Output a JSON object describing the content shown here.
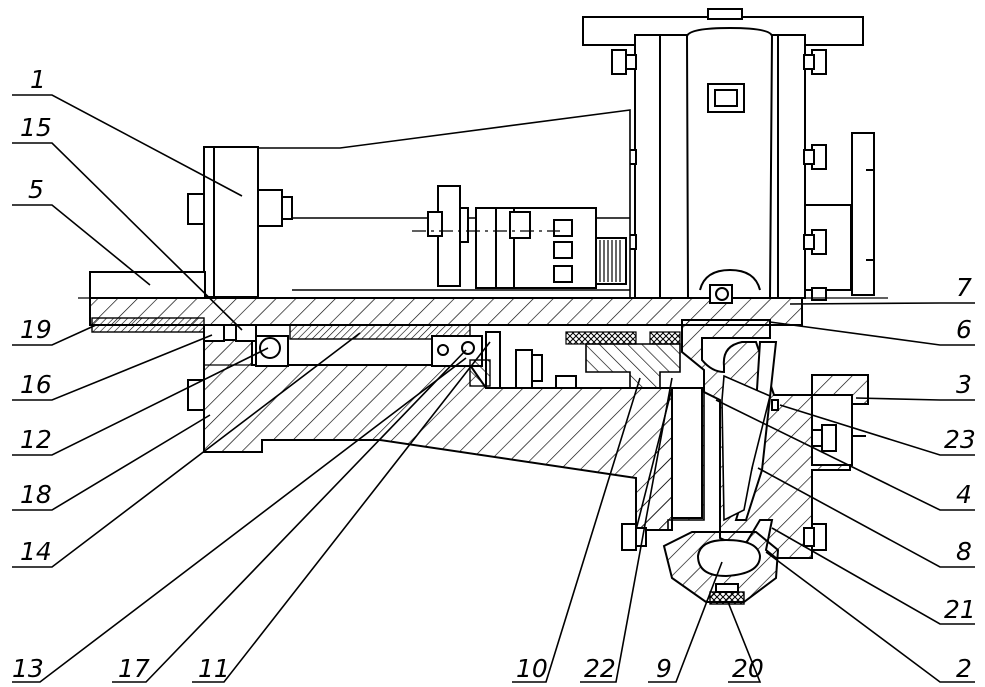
{
  "callouts": {
    "c1": "1",
    "c15": "15",
    "c5": "5",
    "c19": "19",
    "c16": "16",
    "c12": "12",
    "c18": "18",
    "c14": "14",
    "c13": "13",
    "c17": "17",
    "c11": "11",
    "c10": "10",
    "c22": "22",
    "c9": "9",
    "c20": "20",
    "c2": "2",
    "c7": "7",
    "c6": "6",
    "c3": "3",
    "c23": "23",
    "c4": "4",
    "c8": "8",
    "c21": "21"
  }
}
